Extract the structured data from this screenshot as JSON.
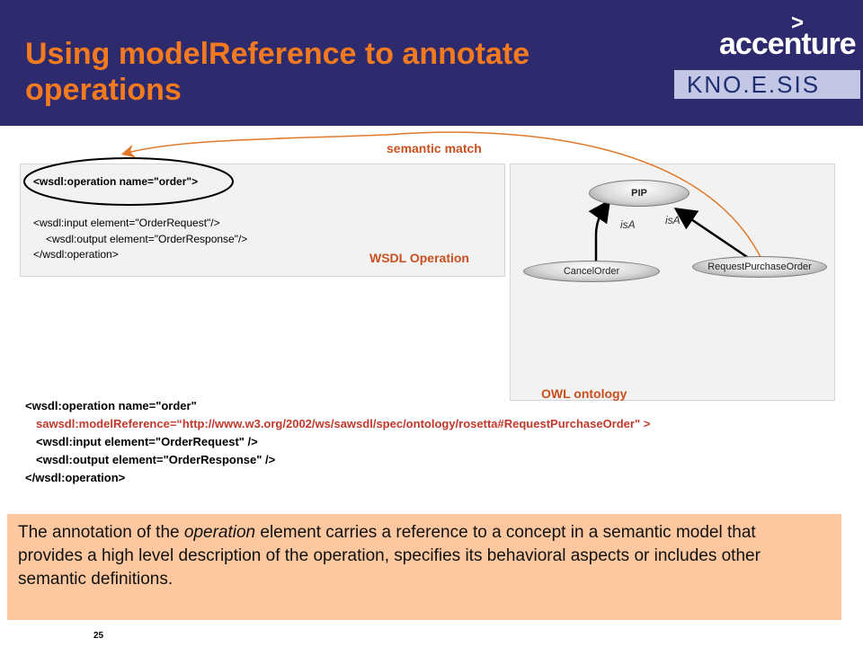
{
  "header": {
    "title": "Using modelReference to annotate operations",
    "brand": "accenture",
    "brand_mark": ">",
    "partner_logo": "KNO.E.SIS",
    "background": "#2e2a6e",
    "title_color": "#f47a20"
  },
  "diagram": {
    "semantic_match_label": "semantic match",
    "wsdl": {
      "lines": [
        "<wsdl:operation  name=\"order\">",
        "<wsdl:input element=\"OrderRequest\"/>",
        "<wsdl:output element=\"OrderResponse\"/>",
        "</wsdl:operation>"
      ],
      "label": "WSDL Operation"
    },
    "owl": {
      "label": "OWL ontology",
      "nodes": {
        "pip": "PIP",
        "cancel": "CancelOrder",
        "request": "RequestPurchaseOrder"
      },
      "edge_labels": {
        "left": "isA",
        "right": "isA"
      }
    },
    "arrow_color": "#e07a2a"
  },
  "code": {
    "line1": "<wsdl:operation name=\"order\"",
    "line2": "sawsdl:modelReference=“http://www.w3.org/2002/ws/sawsdl/spec/ontology/rosetta#RequestPurchaseOrder\" >",
    "line3": "<wsdl:input element=\"OrderRequest\" />",
    "line4": "<wsdl:output element=\"OrderResponse\" />",
    "line5": "</wsdl:operation>"
  },
  "note": {
    "before": "The annotation of the ",
    "italic": "operation",
    "after": " element carries a reference to a concept in a semantic model that provides a high level description of the operation, specifies its behavioral aspects or includes other semantic definitions."
  },
  "page_number": "25"
}
